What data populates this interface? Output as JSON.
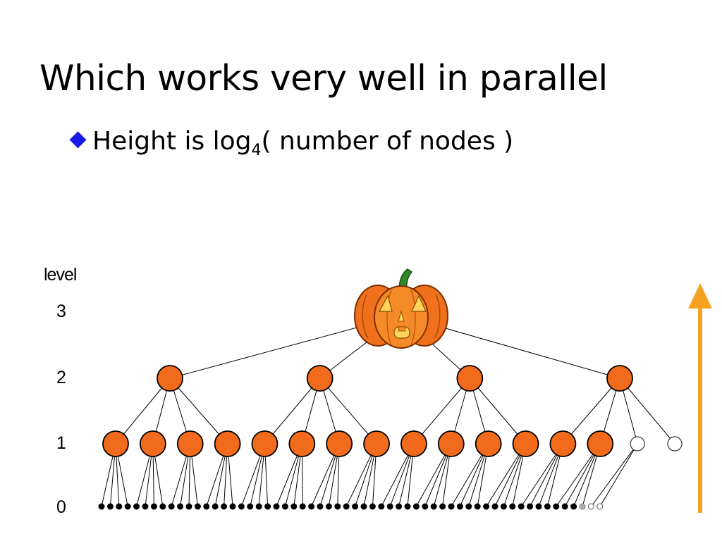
{
  "slide": {
    "title": "Which works very well in parallel",
    "bullet": {
      "prefix": "Height is  log",
      "subscript": "4",
      "suffix": "( number of nodes )"
    }
  },
  "diagram": {
    "level_heading": "level",
    "levels": [
      "3",
      "2",
      "1",
      "0"
    ],
    "branching_factor": 4,
    "level2_filled": 4,
    "level1_filled": 14,
    "level1_empty": 2,
    "level0_filled": 55,
    "level0_gray": 1,
    "level0_empty": 2,
    "colors": {
      "node_fill": "#f26b1d",
      "node_stroke": "#000000",
      "arrow": "#f5a020",
      "bullet": "#1a1ae6",
      "gray_leaf": "#b0b0b0"
    },
    "root_icon": "jack-o-lantern-icon",
    "arrow_icon": "up-arrow-icon"
  }
}
